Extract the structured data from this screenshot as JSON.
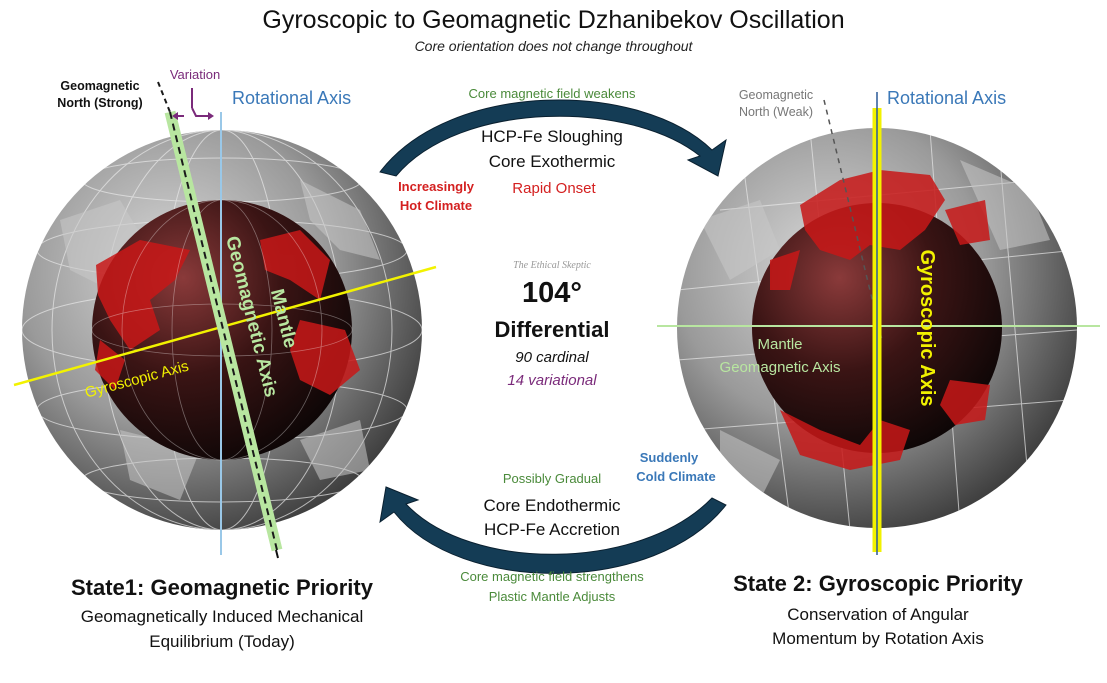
{
  "title": "Gyroscopic to Geomagnetic Dzhanibekov Oscillation",
  "subtitle": "Core orientation does not change throughout",
  "left": {
    "geomagnetic_north": [
      "Geomagnetic",
      "North (Strong)"
    ],
    "variation": "Variation",
    "rotational_axis": "Rotational Axis",
    "mantle_axis": [
      "Mantle",
      "Geomagnetic Axis"
    ],
    "gyroscopic_axis": "Gyroscopic Axis",
    "state_title": "State1: Geomagnetic Priority",
    "state_desc": [
      "Geomagnetically Induced Mechanical",
      "Equilibrium (Today)"
    ]
  },
  "right": {
    "geomagnetic_north": [
      "Geomagnetic",
      "North (Weak)"
    ],
    "rotational_axis": "Rotational Axis",
    "mantle_axis": [
      "Mantle",
      "Geomagnetic Axis"
    ],
    "gyroscopic_axis": "Gyroscopic Axis",
    "state_title": "State 2: Gyroscopic Priority",
    "state_desc": [
      "Conservation of Angular",
      "Momentum by Rotation Axis"
    ]
  },
  "top_arrow": {
    "note": "Core magnetic field weakens",
    "process": [
      "HCP-Fe Sloughing",
      "Core Exothermic"
    ],
    "onset": "Rapid Onset",
    "climate": [
      "Increasingly",
      "Hot Climate"
    ]
  },
  "bottom_arrow": {
    "onset": "Possibly Gradual",
    "climate": [
      "Suddenly",
      "Cold Climate"
    ],
    "process": [
      "Core Endothermic",
      "HCP-Fe Accretion"
    ],
    "notes": [
      "Core magnetic field strengthens",
      "Plastic Mantle Adjusts"
    ]
  },
  "center": {
    "watermark": "The Ethical Skeptic",
    "angle": "104°",
    "label": "Differential",
    "cardinal": "90 cardinal",
    "variational": "14 variational"
  },
  "colors": {
    "green": "#4a8a3a",
    "red": "#d42020",
    "blue": "#3a78b8",
    "purple": "#7a2a7a",
    "yellow": "#f2f200",
    "light_green": "#b8e6a0",
    "arrow": "#143c55"
  }
}
